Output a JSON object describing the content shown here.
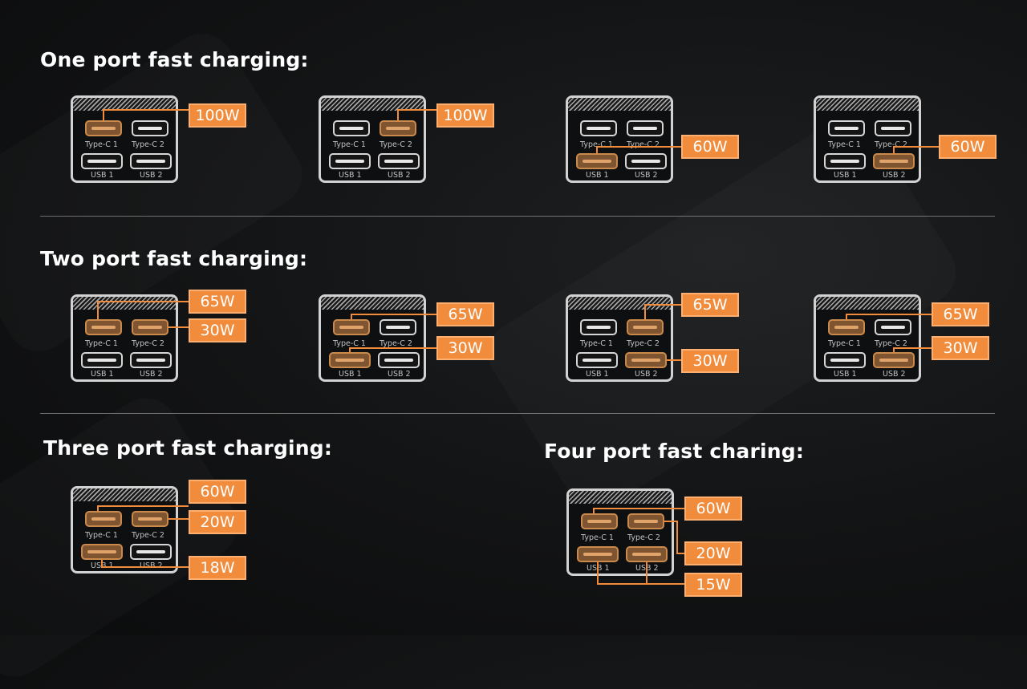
{
  "sections": {
    "one": "One port fast charging:",
    "two": "Two port fast charging:",
    "three": "Three port fast charging:",
    "four": "Four port fast charing:"
  },
  "port_labels": {
    "c1": "Type-C 1",
    "c2": "Type-C 2",
    "u1": "USB 1",
    "u2": "USB 2"
  },
  "one_port": [
    {
      "active": [
        "c1"
      ],
      "badges": [
        "100W"
      ]
    },
    {
      "active": [
        "c2"
      ],
      "badges": [
        "100W"
      ]
    },
    {
      "active": [
        "u1"
      ],
      "badges": [
        "60W"
      ]
    },
    {
      "active": [
        "u2"
      ],
      "badges": [
        "60W"
      ]
    }
  ],
  "two_port": [
    {
      "active": [
        "c1",
        "c2"
      ],
      "badges": [
        "65W",
        "30W"
      ]
    },
    {
      "active": [
        "c1",
        "u1"
      ],
      "badges": [
        "65W",
        "30W"
      ]
    },
    {
      "active": [
        "c2",
        "u2"
      ],
      "badges": [
        "65W",
        "30W"
      ]
    },
    {
      "active": [
        "c1",
        "u2"
      ],
      "badges": [
        "65W",
        "30W"
      ]
    }
  ],
  "three_port": {
    "active": [
      "c1",
      "c2",
      "u1"
    ],
    "badges": [
      "60W",
      "20W",
      "18W"
    ]
  },
  "four_port": {
    "active": [
      "c1",
      "c2",
      "u1",
      "u2"
    ],
    "badges": [
      "60W",
      "20W",
      "15W"
    ]
  },
  "colors": {
    "accent": "#f08c3c",
    "port_active": "#7e5530",
    "background": "#121314"
  }
}
